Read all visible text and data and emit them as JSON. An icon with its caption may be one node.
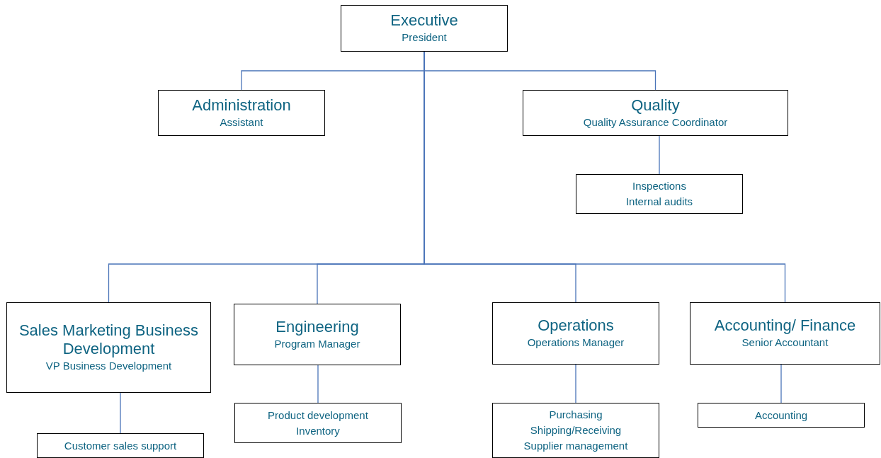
{
  "diagram": {
    "nodes": [
      {
        "text": [
          "Executive",
          "President"
        ]
      },
      {
        "text": [
          "Administration",
          "Assistant"
        ]
      },
      {
        "text": [
          "Quality",
          "Quality Assurance Coordinator"
        ]
      },
      {
        "text": [
          "Inspections",
          "Internal audits"
        ]
      },
      {
        "text": [
          "Sales Marketing Business Development",
          "VP Business Development"
        ]
      },
      {
        "text": [
          "Engineering",
          "Program Manager"
        ]
      },
      {
        "text": [
          "Operations",
          "Operations Manager"
        ]
      },
      {
        "text": [
          "Accounting/ Finance",
          "Senior Accountant"
        ]
      },
      {
        "text": [
          "Customer sales support"
        ]
      },
      {
        "text": [
          "Product development",
          "Inventory"
        ]
      },
      {
        "text": [
          "Purchasing",
          "Shipping/Receiving",
          "Supplier management"
        ]
      },
      {
        "text": [
          "Accounting"
        ]
      }
    ],
    "edges": [
      {
        "from": 0,
        "to": 1,
        "arrow": "none"
      },
      {
        "from": 0,
        "to": 2,
        "arrow": "none"
      },
      {
        "from": 2,
        "to": 3,
        "arrow": "none"
      },
      {
        "from": 0,
        "to": 4,
        "arrow": "none"
      },
      {
        "from": 0,
        "to": 5,
        "arrow": "none"
      },
      {
        "from": 0,
        "to": 6,
        "arrow": "none"
      },
      {
        "from": 0,
        "to": 7,
        "arrow": "none"
      },
      {
        "from": 4,
        "to": 8,
        "arrow": "none"
      },
      {
        "from": 5,
        "to": 9,
        "arrow": "none"
      },
      {
        "from": 6,
        "to": 10,
        "arrow": "none"
      },
      {
        "from": 7,
        "to": 11,
        "arrow": "none"
      }
    ]
  }
}
